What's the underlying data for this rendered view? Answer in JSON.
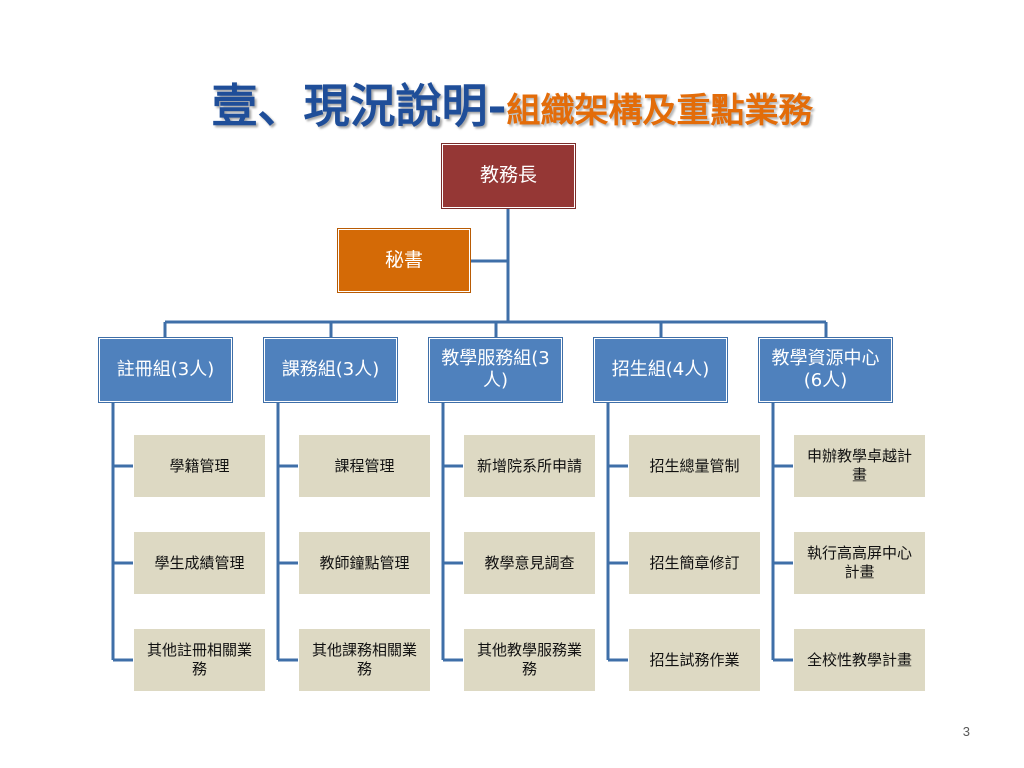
{
  "title": {
    "main": "壹、現況說明-",
    "sub": "組織架構及重點業務"
  },
  "org": {
    "head": "教務長",
    "secretary": "秘書",
    "groups": [
      {
        "name": "註冊組(3人)",
        "tasks": [
          "學籍管理",
          "學生成績管理",
          "其他註冊相關業務"
        ]
      },
      {
        "name": "課務組(3人)",
        "tasks": [
          "課程管理",
          "教師鐘點管理",
          "其他課務相關業務"
        ]
      },
      {
        "name": "教學服務組(3人)",
        "tasks": [
          "新增院系所申請",
          "教學意見調查",
          "其他教學服務業務"
        ]
      },
      {
        "name": "招生組(4人)",
        "tasks": [
          "招生總量管制",
          "招生簡章修訂",
          "招生試務作業"
        ]
      },
      {
        "name": "教學資源中心(6人)",
        "tasks": [
          "申辦教學卓越計畫",
          "執行高高屏中心計畫",
          "全校性教學計畫"
        ]
      }
    ]
  },
  "page_number": "3",
  "colors": {
    "title_main": "#1f4e99",
    "title_sub": "#e36c09",
    "head_box": "#953735",
    "secretary_box": "#d46a06",
    "group_box": "#4f81bd",
    "task_box": "#ddd9c3",
    "connector": "#3f6fa8"
  }
}
